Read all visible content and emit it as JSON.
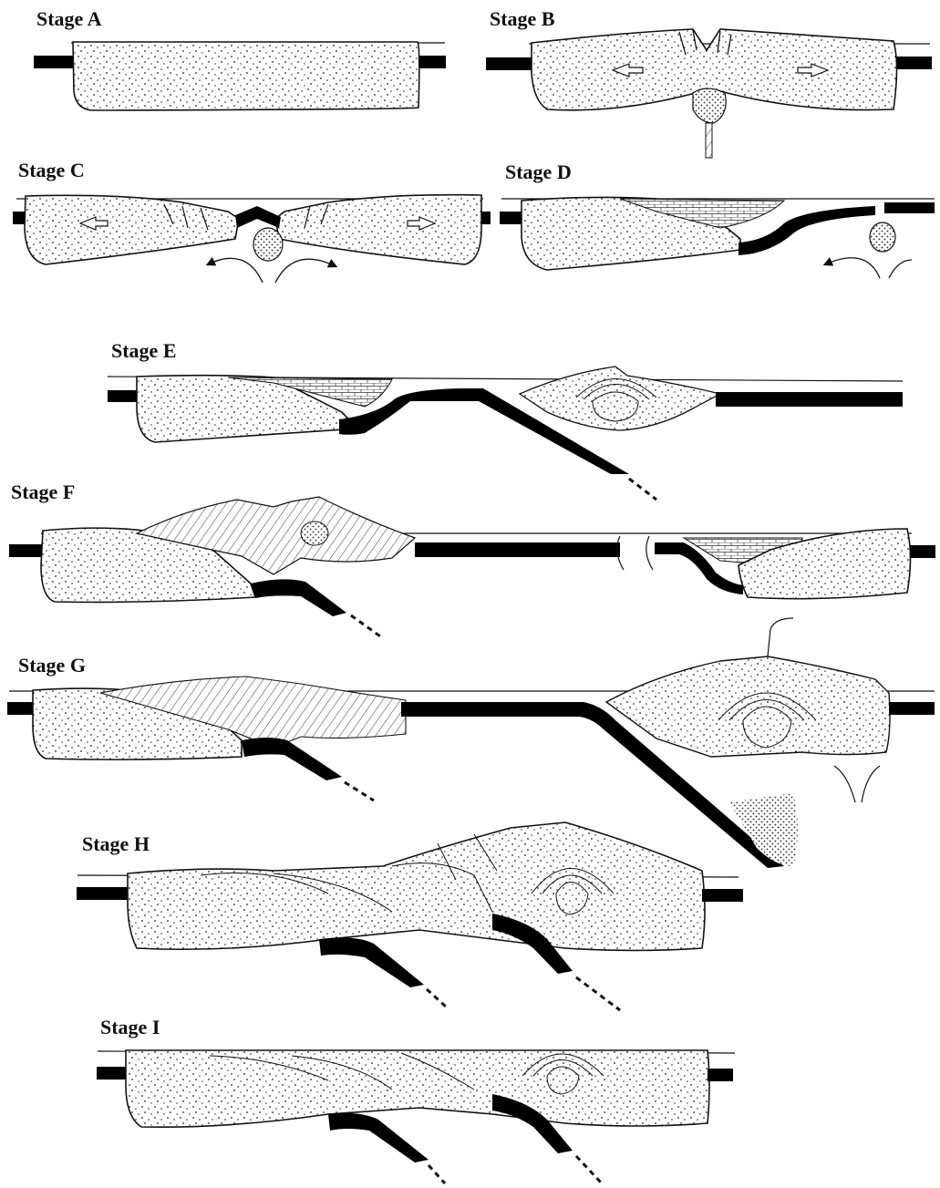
{
  "stages": [
    {
      "id": "A",
      "label": "Stage A"
    },
    {
      "id": "B",
      "label": "Stage B"
    },
    {
      "id": "C",
      "label": "Stage C"
    },
    {
      "id": "D",
      "label": "Stage D"
    },
    {
      "id": "E",
      "label": "Stage E"
    },
    {
      "id": "F",
      "label": "Stage F"
    },
    {
      "id": "G",
      "label": "Stage G"
    },
    {
      "id": "H",
      "label": "Stage H"
    },
    {
      "id": "I",
      "label": "Stage I"
    }
  ],
  "colors": {
    "ink": "#111111",
    "oceanic_crust": "#000000",
    "continent_fill": "#ffffff"
  }
}
